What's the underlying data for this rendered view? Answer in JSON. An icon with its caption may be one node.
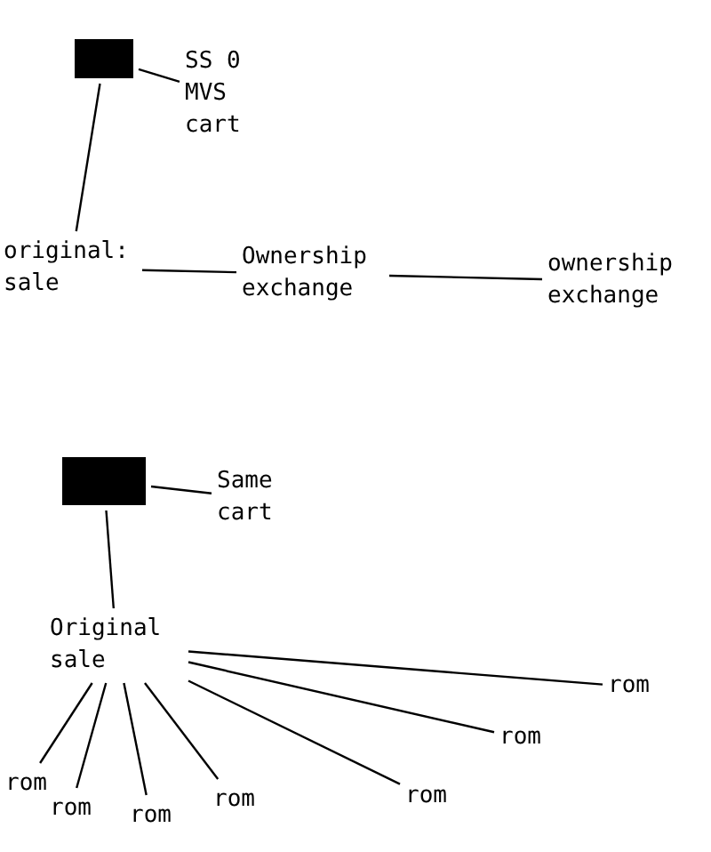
{
  "diagram": {
    "nodes": [
      {
        "text": [],
        "shape": "box"
      },
      {
        "text": [
          "SS 0 MVS cart"
        ]
      },
      {
        "text": [
          "original: sale"
        ]
      },
      {
        "text": [
          "Ownership exchange"
        ]
      },
      {
        "text": [
          "ownership exchange"
        ]
      },
      {
        "text": [],
        "shape": "box"
      },
      {
        "text": [
          "Same cart"
        ]
      },
      {
        "text": [
          "Original sale"
        ]
      },
      {
        "text": [
          "rom"
        ]
      },
      {
        "text": [
          "rom"
        ]
      },
      {
        "text": [
          "rom"
        ]
      },
      {
        "text": [
          "rom"
        ]
      },
      {
        "text": [
          "rom"
        ]
      },
      {
        "text": [
          "rom"
        ]
      },
      {
        "text": [
          "rom"
        ]
      }
    ],
    "edges": [
      {
        "from": 0,
        "to": 1,
        "arrow": "none"
      },
      {
        "from": 0,
        "to": 2,
        "arrow": "none"
      },
      {
        "from": 2,
        "to": 3,
        "arrow": "none"
      },
      {
        "from": 3,
        "to": 4,
        "arrow": "none"
      },
      {
        "from": 5,
        "to": 6,
        "arrow": "none"
      },
      {
        "from": 5,
        "to": 7,
        "arrow": "none"
      },
      {
        "from": 7,
        "to": 8,
        "arrow": "none"
      },
      {
        "from": 7,
        "to": 9,
        "arrow": "none"
      },
      {
        "from": 7,
        "to": 10,
        "arrow": "none"
      },
      {
        "from": 7,
        "to": 11,
        "arrow": "none"
      },
      {
        "from": 7,
        "to": 12,
        "arrow": "none"
      },
      {
        "from": 7,
        "to": 13,
        "arrow": "none"
      },
      {
        "from": 7,
        "to": 14,
        "arrow": "none"
      }
    ]
  }
}
